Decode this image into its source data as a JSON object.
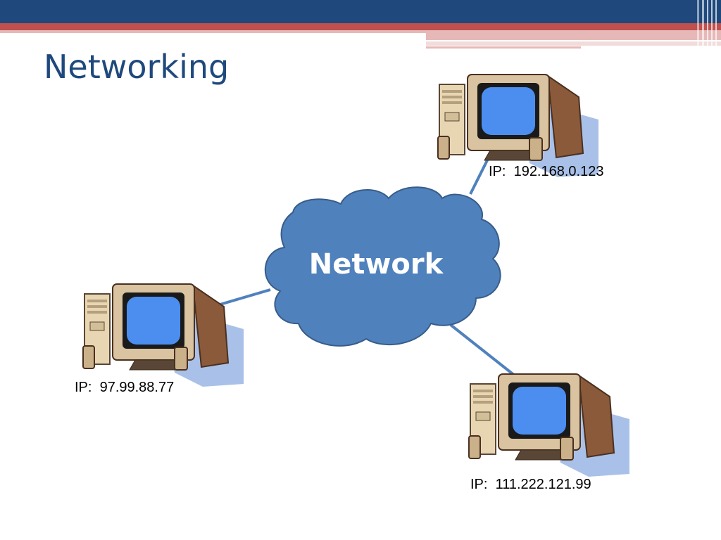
{
  "slide": {
    "title": "Networking"
  },
  "colors": {
    "header_navy": "#1f497d",
    "header_red": "#c0504d",
    "header_pink": "#e6b9b8",
    "cloud_fill": "#4f81bd",
    "cloud_stroke": "#385d8a",
    "link": "#4f81bd",
    "screen": "#4b8ef0",
    "case": "#e8d6b3",
    "shadow": "#a9c1e8"
  },
  "cloud": {
    "label": "Network",
    "icon": "cloud-icon"
  },
  "computers": [
    {
      "icon": "desktop-computer-icon",
      "ip_label": "IP:  192.168.0.123"
    },
    {
      "icon": "desktop-computer-icon",
      "ip_label": "IP:  97.99.88.77"
    },
    {
      "icon": "desktop-computer-icon",
      "ip_label": "IP:  111.222.121.99"
    }
  ]
}
